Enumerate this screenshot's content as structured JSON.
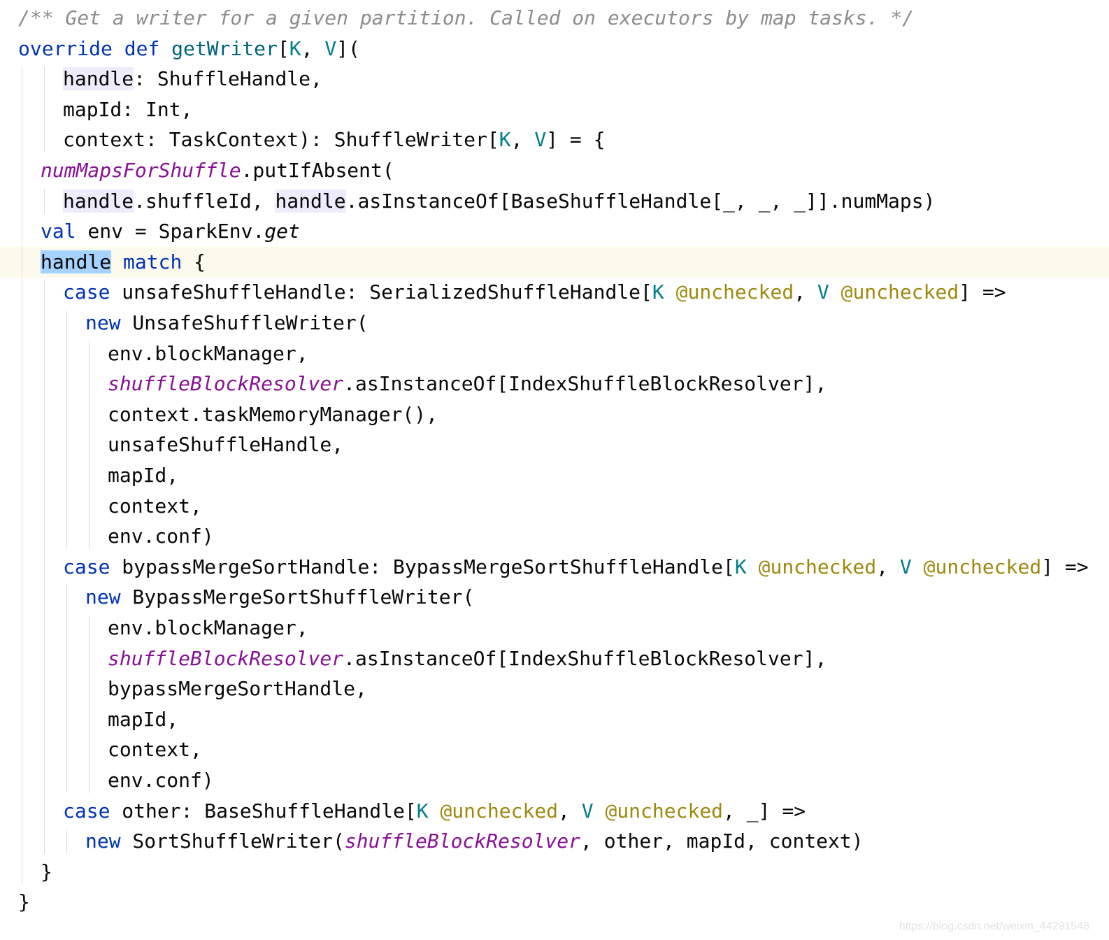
{
  "editor": {
    "language": "scala",
    "caret_line": 8,
    "lines": [
      {
        "indent": 0,
        "tokens": [
          {
            "t": "/** Get a writer for a given partition. Called on executors by map tasks. */",
            "c": "cmt"
          }
        ]
      },
      {
        "indent": 0,
        "tokens": [
          {
            "t": "override",
            "c": "kw"
          },
          {
            "t": " "
          },
          {
            "t": "def",
            "c": "kw"
          },
          {
            "t": " "
          },
          {
            "t": "getWriter",
            "c": "fn"
          },
          {
            "t": "["
          },
          {
            "t": "K",
            "c": "tp"
          },
          {
            "t": ", "
          },
          {
            "t": "V",
            "c": "tp"
          },
          {
            "t": "]("
          }
        ]
      },
      {
        "indent": 2,
        "tokens": [
          {
            "t": "handle",
            "c": "hl"
          },
          {
            "t": ": ShuffleHandle,"
          }
        ]
      },
      {
        "indent": 2,
        "tokens": [
          {
            "t": "mapId: Int,"
          }
        ]
      },
      {
        "indent": 2,
        "tokens": [
          {
            "t": "context: TaskContext): ShuffleWriter["
          },
          {
            "t": "K",
            "c": "tp"
          },
          {
            "t": ", "
          },
          {
            "t": "V",
            "c": "tp"
          },
          {
            "t": "] = {"
          }
        ]
      },
      {
        "indent": 1,
        "tokens": [
          {
            "t": "numMapsForShuffle",
            "c": "fld"
          },
          {
            "t": ".putIfAbsent("
          }
        ]
      },
      {
        "indent": 2,
        "tokens": [
          {
            "t": "handle",
            "c": "hl"
          },
          {
            "t": ".shuffleId, "
          },
          {
            "t": "handle",
            "c": "hl"
          },
          {
            "t": ".asInstanceOf[BaseShuffleHandle[_, _, _]].numMaps)"
          }
        ]
      },
      {
        "indent": 1,
        "tokens": [
          {
            "t": "val",
            "c": "kw"
          },
          {
            "t": " env = SparkEnv."
          },
          {
            "t": "get",
            "c": "ital"
          }
        ]
      },
      {
        "indent": 1,
        "tokens": [
          {
            "t": "handle",
            "c": "hl-sel"
          },
          {
            "t": " "
          },
          {
            "t": "match",
            "c": "kw"
          },
          {
            "t": " {"
          }
        ]
      },
      {
        "indent": 2,
        "tokens": [
          {
            "t": "case",
            "c": "kw"
          },
          {
            "t": " unsafeShuffleHandle: SerializedShuffleHandle["
          },
          {
            "t": "K",
            "c": "tp"
          },
          {
            "t": " "
          },
          {
            "t": "@unchecked",
            "c": "ann"
          },
          {
            "t": ", "
          },
          {
            "t": "V",
            "c": "tp"
          },
          {
            "t": " "
          },
          {
            "t": "@unchecked",
            "c": "ann"
          },
          {
            "t": "] =>"
          }
        ]
      },
      {
        "indent": 3,
        "tokens": [
          {
            "t": "new",
            "c": "kw"
          },
          {
            "t": " UnsafeShuffleWriter("
          }
        ]
      },
      {
        "indent": 4,
        "tokens": [
          {
            "t": "env.blockManager,"
          }
        ]
      },
      {
        "indent": 4,
        "tokens": [
          {
            "t": "shuffleBlockResolver",
            "c": "fld"
          },
          {
            "t": ".asInstanceOf[IndexShuffleBlockResolver],"
          }
        ]
      },
      {
        "indent": 4,
        "tokens": [
          {
            "t": "context.taskMemoryManager(),"
          }
        ]
      },
      {
        "indent": 4,
        "tokens": [
          {
            "t": "unsafeShuffleHandle,"
          }
        ]
      },
      {
        "indent": 4,
        "tokens": [
          {
            "t": "mapId,"
          }
        ]
      },
      {
        "indent": 4,
        "tokens": [
          {
            "t": "context,"
          }
        ]
      },
      {
        "indent": 4,
        "tokens": [
          {
            "t": "env.conf)"
          }
        ]
      },
      {
        "indent": 2,
        "tokens": [
          {
            "t": "case",
            "c": "kw"
          },
          {
            "t": " bypassMergeSortHandle: BypassMergeSortShuffleHandle["
          },
          {
            "t": "K",
            "c": "tp"
          },
          {
            "t": " "
          },
          {
            "t": "@unchecked",
            "c": "ann"
          },
          {
            "t": ", "
          },
          {
            "t": "V",
            "c": "tp"
          },
          {
            "t": " "
          },
          {
            "t": "@unchecked",
            "c": "ann"
          },
          {
            "t": "] =>"
          }
        ]
      },
      {
        "indent": 3,
        "tokens": [
          {
            "t": "new",
            "c": "kw"
          },
          {
            "t": " BypassMergeSortShuffleWriter("
          }
        ]
      },
      {
        "indent": 4,
        "tokens": [
          {
            "t": "env.blockManager,"
          }
        ]
      },
      {
        "indent": 4,
        "tokens": [
          {
            "t": "shuffleBlockResolver",
            "c": "fld"
          },
          {
            "t": ".asInstanceOf[IndexShuffleBlockResolver],"
          }
        ]
      },
      {
        "indent": 4,
        "tokens": [
          {
            "t": "bypassMergeSortHandle,"
          }
        ]
      },
      {
        "indent": 4,
        "tokens": [
          {
            "t": "mapId,"
          }
        ]
      },
      {
        "indent": 4,
        "tokens": [
          {
            "t": "context,"
          }
        ]
      },
      {
        "indent": 4,
        "tokens": [
          {
            "t": "env.conf)"
          }
        ]
      },
      {
        "indent": 2,
        "tokens": [
          {
            "t": "case",
            "c": "kw"
          },
          {
            "t": " other: BaseShuffleHandle["
          },
          {
            "t": "K",
            "c": "tp"
          },
          {
            "t": " "
          },
          {
            "t": "@unchecked",
            "c": "ann"
          },
          {
            "t": ", "
          },
          {
            "t": "V",
            "c": "tp"
          },
          {
            "t": " "
          },
          {
            "t": "@unchecked",
            "c": "ann"
          },
          {
            "t": ", _] =>"
          }
        ]
      },
      {
        "indent": 3,
        "tokens": [
          {
            "t": "new",
            "c": "kw"
          },
          {
            "t": " SortShuffleWriter("
          },
          {
            "t": "shuffleBlockResolver",
            "c": "fld"
          },
          {
            "t": ", other, mapId, context)"
          }
        ]
      },
      {
        "indent": 1,
        "tokens": [
          {
            "t": "}"
          }
        ]
      },
      {
        "indent": 0,
        "tokens": [
          {
            "t": "}"
          }
        ]
      }
    ]
  },
  "watermark": "https://blog.csdn.net/weixin_44291548"
}
